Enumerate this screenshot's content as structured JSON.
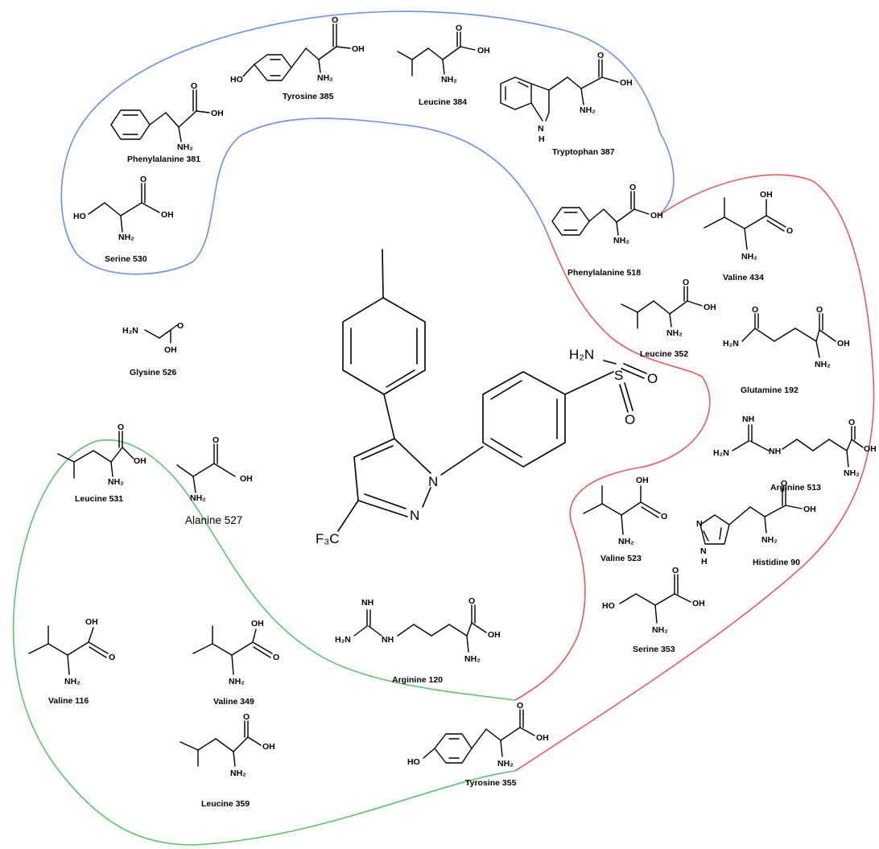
{
  "colors": {
    "region_blue": "#6a8fe6",
    "region_red": "#e45c5c",
    "region_green": "#5cc46a",
    "ink": "#000000"
  },
  "ligand": {
    "sulfonamide_nh2": "H₂N",
    "sulfonyl_o": "O",
    "ring_n1": "N",
    "ring_n2": "N",
    "cf3": "F₃C"
  },
  "atoms": {
    "oh": "OH",
    "ho": "HO",
    "nh2": "NH₂",
    "o": "O",
    "h2n": "H₂N",
    "nh": "NH",
    "h": "H",
    "n": "N"
  },
  "residues": {
    "phe381": "Phenylalanine 381",
    "tyr385": "Tyrosine 385",
    "leu384": "Leucine 384",
    "trp387": "Tryptophan 387",
    "ser530": "Serine 530",
    "phe518": "Phenylalanine 518",
    "val434": "Valine 434",
    "leu352": "Leucine 352",
    "gln192": "Glutamine 192",
    "gly526": "Glysine 526",
    "arg513": "Arginine 513",
    "ala527": "Alanine 527",
    "val523": "Valine 523",
    "his90": "Histidine 90",
    "leu531": "Leucine 531",
    "ser353": "Serine 353",
    "arg120": "Arginine 120",
    "val116": "Valine 116",
    "val349": "Valine 349",
    "tyr355": "Tyrosine 355",
    "leu359": "Leucine 359"
  }
}
